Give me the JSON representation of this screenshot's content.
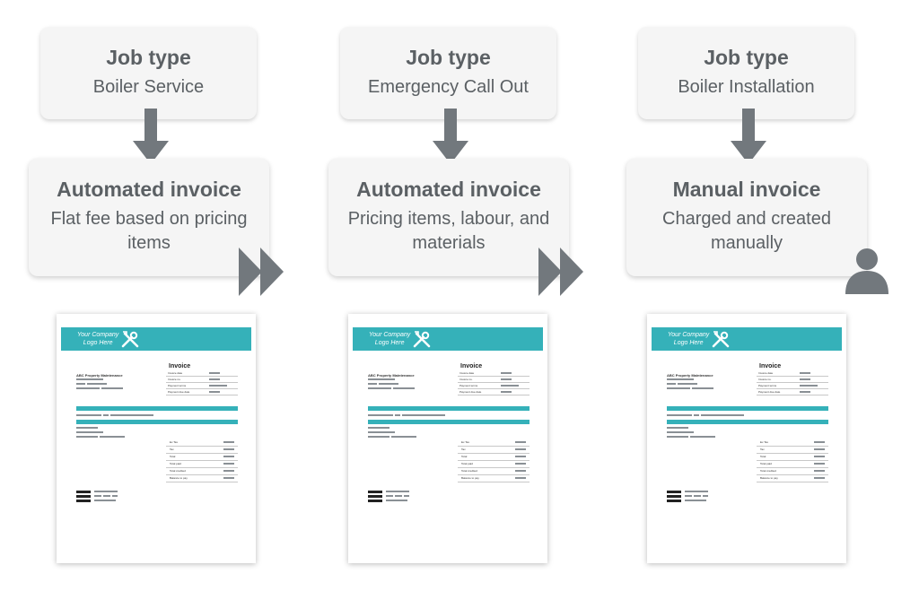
{
  "columns": [
    {
      "job_type_label": "Job type",
      "job_type_value": "Boiler Service",
      "invoice_type": "Automated invoice",
      "invoice_desc": "Flat fee based on pricing items",
      "connector": "double-chevron-right-icon"
    },
    {
      "job_type_label": "Job type",
      "job_type_value": "Emergency Call Out",
      "invoice_type": "Automated invoice",
      "invoice_desc": "Pricing items, labour, and materials",
      "connector": "double-chevron-right-icon"
    },
    {
      "job_type_label": "Job type",
      "job_type_value": "Boiler Installation",
      "invoice_type": "Manual invoice",
      "invoice_desc": "Charged and created manually",
      "connector": "person-icon"
    }
  ],
  "invoice_doc": {
    "logo_line1": "Your Company",
    "logo_line2": "Logo Here",
    "title": "Invoice",
    "company": "ABC Property Maintenance",
    "meta": [
      "Invoice date",
      "Invoice no.",
      "Payment terms",
      "Payment due date"
    ],
    "totals": [
      "Ex Tax",
      "Tax",
      "Total",
      "Total paid",
      "Total credited",
      "Balance to pay"
    ],
    "header_color": "#35b1b9"
  },
  "colors": {
    "box_bg": "#f5f5f5",
    "text": "#5b6064",
    "arrow": "#72787d",
    "accent": "#35b1b9"
  }
}
